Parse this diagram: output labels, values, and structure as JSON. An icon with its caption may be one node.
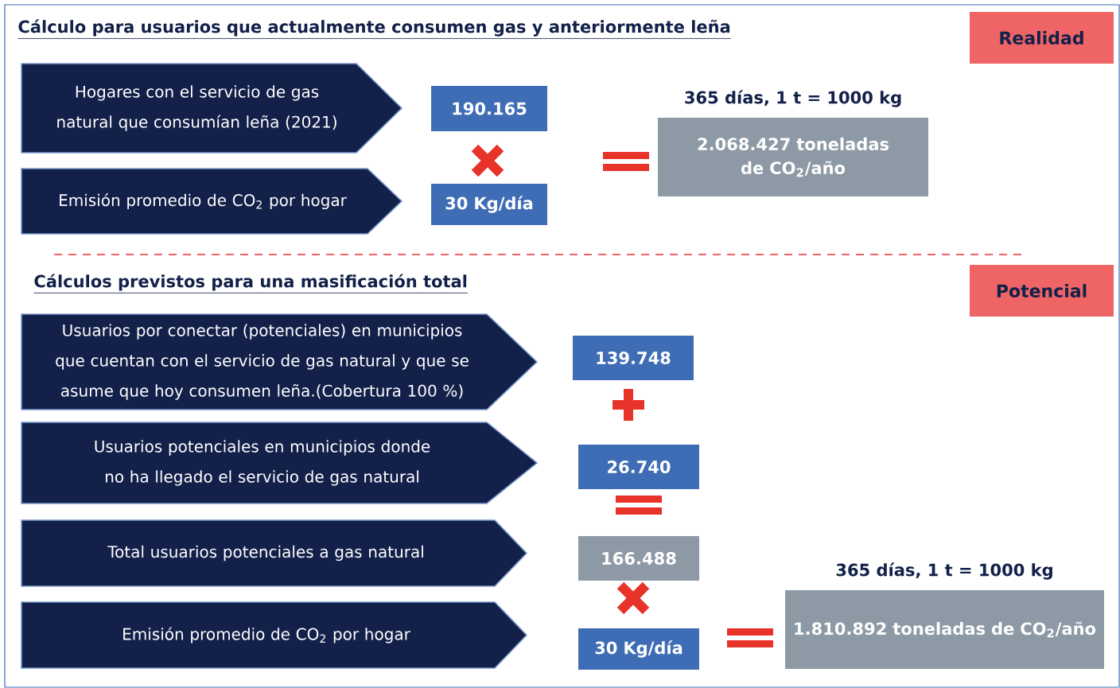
{
  "diagram": {
    "title": "Cálculo para usuarios que actualmente consumen gas y anteriormente leña",
    "nodes": [
      {
        "text": [
          "Realidad"
        ]
      },
      {
        "text": [
          "Hogares con el servicio de gas natural que consumían leña (2021)"
        ]
      },
      {
        "text": [
          "190.165"
        ]
      },
      {
        "text": [
          "Emisión promedio de CO$_{2}$ por hogar"
        ]
      },
      {
        "text": [
          "30 Kg/día"
        ]
      },
      {
        "text": [
          "2.068.427 toneladas de CO$_{2}$/año"
        ],
        "beside": [
          "365 días, 1 t = 1000 kg"
        ]
      },
      {
        "text": [
          "Potencial"
        ]
      },
      {
        "text": [
          "Usuarios por conectar (potenciales) en municipios que cuentan con el servicio de gas natural y que se asume que hoy consumen leña.(Cobertura 100 %)"
        ]
      },
      {
        "text": [
          "139.748"
        ]
      },
      {
        "text": [
          "Usuarios potenciales en municipios donde no ha llegado el servicio de gas natural"
        ]
      },
      {
        "text": [
          "26.740"
        ]
      },
      {
        "text": [
          "Total usuarios potenciales a gas natural"
        ]
      },
      {
        "text": [
          "166.488"
        ]
      },
      {
        "text": [
          "Emisión promedio de CO$_{2}$ por hogar"
        ]
      },
      {
        "text": [
          "30 Kg/día"
        ]
      },
      {
        "text": [
          "1.810.892 toneladas de CO$_{2}$/año"
        ],
        "beside": [
          "365 días, 1 t = 1000 kg"
        ]
      }
    ],
    "labels": [
      "Cálculos previstos para una masificación total"
    ]
  }
}
